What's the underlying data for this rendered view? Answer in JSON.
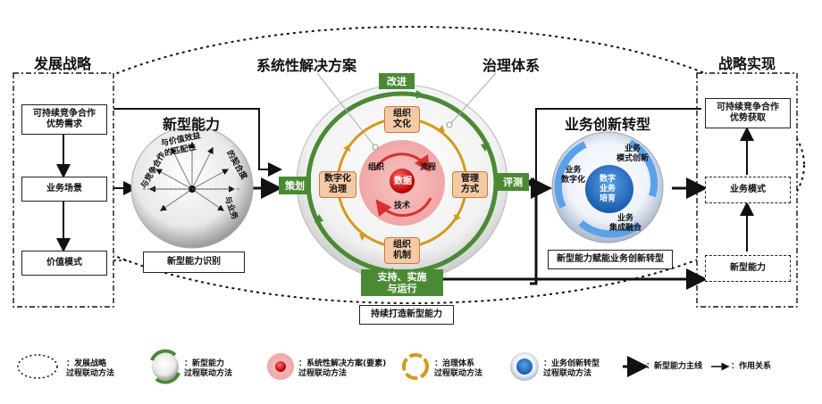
{
  "left": {
    "title": "发展战略",
    "box1": "可持续竞争合作\n优势需求",
    "box2": "业务场景",
    "box3": "价值模式"
  },
  "right": {
    "title": "战略实现",
    "box1": "可持续竞争合作\n优势获取",
    "box2": "业务模式",
    "box3": "新型能力"
  },
  "capability": {
    "title": "新型能力",
    "caption": "新型能力识别",
    "sphere_texts": [
      "与价值效益",
      "的匹配性",
      "与竞争合作",
      "的契合度",
      "与业务"
    ]
  },
  "center": {
    "label_solution": "系统性解决方案",
    "label_governance": "治理体系",
    "improve": "改进",
    "plan": "策划",
    "evaluate": "评测",
    "support": "支持、实施\n与运行",
    "caption": "持续打造新型能力",
    "org_culture": "组织\n文化",
    "digital_governance": "数字化\n治理",
    "management": "管理\n方式",
    "org_mechanism": "组织\n机制",
    "core_data": "数据",
    "core_org": "组织",
    "core_process": "流程",
    "core_tech": "技术"
  },
  "business": {
    "title": "业务创新转型",
    "caption": "新型能力赋能业务创新转型",
    "t1": "业务\n数字化",
    "t2": "业务\n模式创新",
    "t3": "数字\n业务\n培育",
    "t4": "业务\n集成融合"
  },
  "legend": [
    {
      "text": "：发展战略\n过程联动方法"
    },
    {
      "text": "：新型能力\n过程联动方法"
    },
    {
      "text": "：系统性解决方案(要素)\n过程联动方法"
    },
    {
      "text": "：治理体系\n过程联动方法"
    },
    {
      "text": "：业务创新转型\n过程联动方法"
    },
    {
      "text": "：新型能力主线"
    },
    {
      "text": "：作用关系"
    }
  ],
  "colors": {
    "green": "#4a8a35",
    "orange": "#d49a1a",
    "red": "#d83030",
    "blue": "#2a6fc0"
  }
}
